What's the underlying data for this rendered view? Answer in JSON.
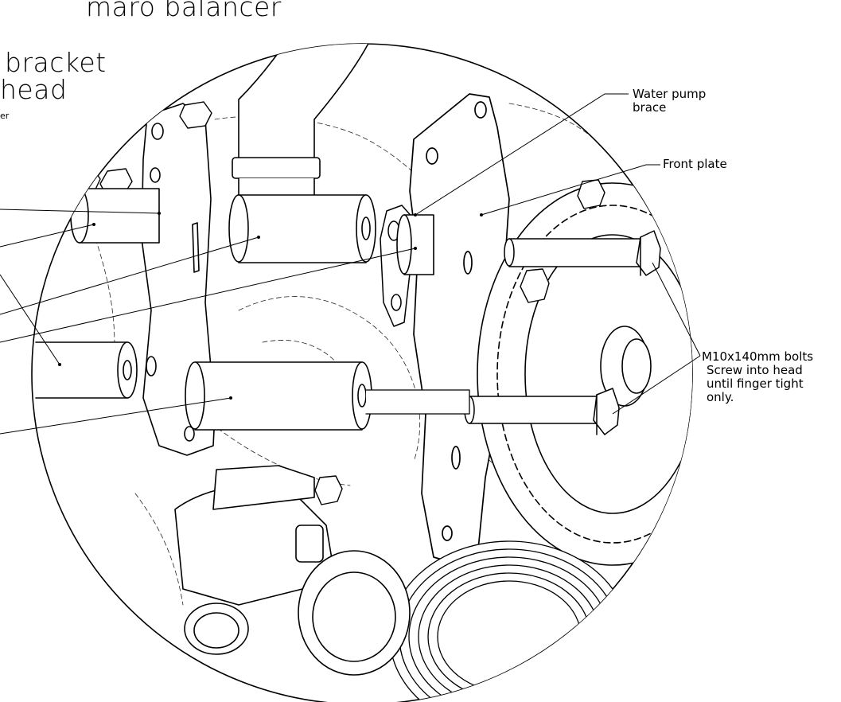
{
  "heading": {
    "line1": "maro balancer",
    "line2": "bracket",
    "line3": "head",
    "line4": "er"
  },
  "callouts": {
    "water_pump_brace_line1": "Water pump",
    "water_pump_brace_line2": "brace",
    "front_plate": "Front plate",
    "bolts_line1": "M10x140mm bolts",
    "bolts_line2": "Screw into head",
    "bolts_line3": "until finger tight",
    "bolts_line4": "only."
  },
  "colors": {
    "ink": "#000000",
    "paper": "#ffffff"
  }
}
